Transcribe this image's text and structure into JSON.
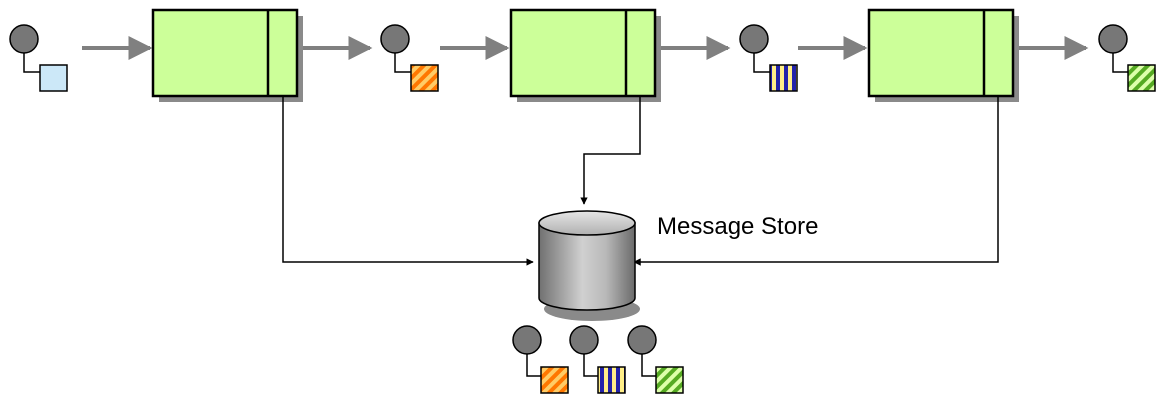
{
  "message_store": {
    "label": "Message Store"
  },
  "colors": {
    "processor_fill": "#ccff99",
    "processor_border": "#000000",
    "processor_shadow": "#8a8a8a",
    "flow_arrow": "#808080",
    "connector_line": "#000000",
    "token_circle": "#777777",
    "msg_plain": "#cce8f8",
    "stripe_orange_a": "#ff7700",
    "stripe_orange_b": "#ffcc66",
    "stripe_blue_a": "#2222aa",
    "stripe_blue_b": "#ffee88",
    "stripe_green_a": "#55aa22",
    "stripe_green_b": "#ddffaa",
    "cylinder_dark": "#666666",
    "cylinder_light": "#d8d8d8"
  },
  "pipeline": {
    "processors": [
      {
        "name": "processor-1"
      },
      {
        "name": "processor-2"
      },
      {
        "name": "processor-3"
      }
    ],
    "messages": [
      {
        "name": "message-input",
        "pattern": "plain"
      },
      {
        "name": "message-after-processor-1",
        "pattern": "orange"
      },
      {
        "name": "message-after-processor-2",
        "pattern": "blue"
      },
      {
        "name": "message-output",
        "pattern": "green"
      }
    ],
    "stored_messages": [
      {
        "name": "stored-message-orange",
        "pattern": "orange"
      },
      {
        "name": "stored-message-blue",
        "pattern": "blue"
      },
      {
        "name": "stored-message-green",
        "pattern": "green"
      }
    ]
  }
}
